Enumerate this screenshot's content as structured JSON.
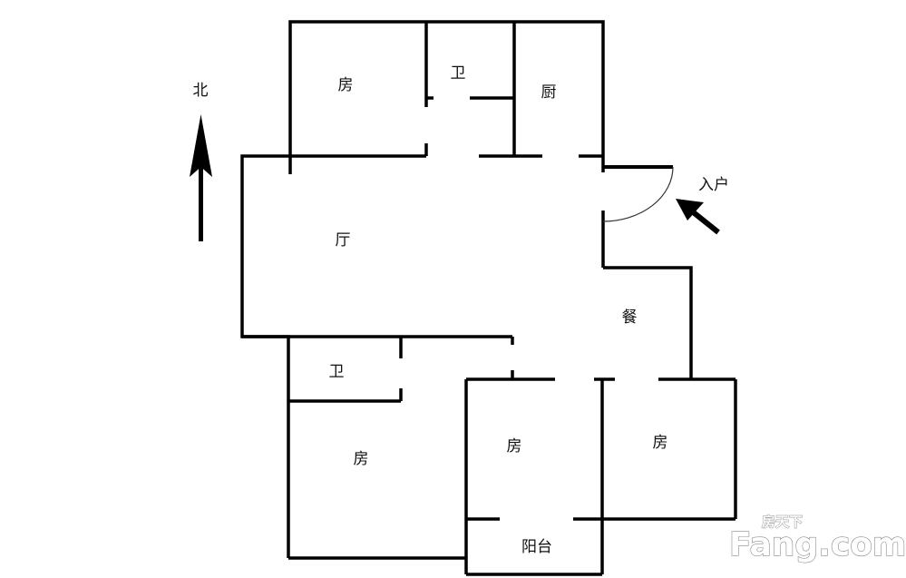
{
  "labels": {
    "north": "北",
    "room_top_left": "房",
    "bath_top": "卫",
    "kitchen": "厨",
    "entrance": "入户",
    "living": "厅",
    "dining": "餐",
    "bath_bottom": "卫",
    "room_bottom_left": "房",
    "room_bottom_middle": "房",
    "room_bottom_right": "房",
    "balcony": "阳台"
  },
  "watermark": {
    "small": "房天下",
    "big": "Fang.com"
  }
}
